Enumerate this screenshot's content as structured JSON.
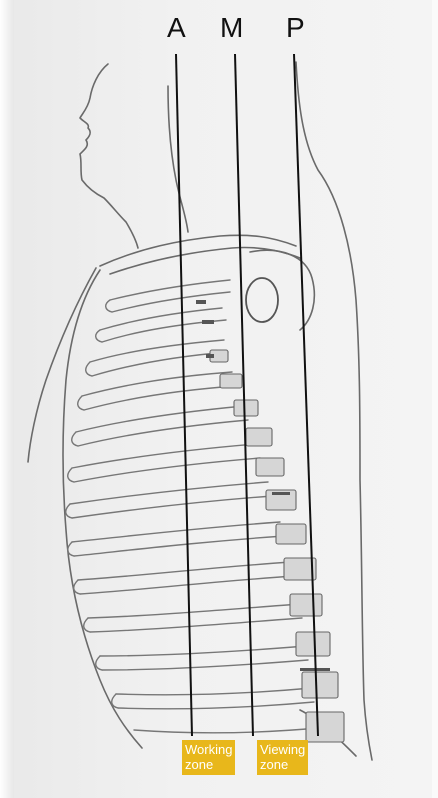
{
  "lines": {
    "a": "A",
    "m": "M",
    "p": "P"
  },
  "zones": {
    "working": {
      "line1": "Working",
      "line2": "zone"
    },
    "viewing": {
      "line1": "Viewing",
      "line2": "zone"
    }
  },
  "colors": {
    "paper": "#efefef",
    "pencil": "#6f6f6f",
    "ink": "#111111",
    "zone_label_bg": "#e8b71b",
    "zone_label_text": "#ffffff"
  }
}
